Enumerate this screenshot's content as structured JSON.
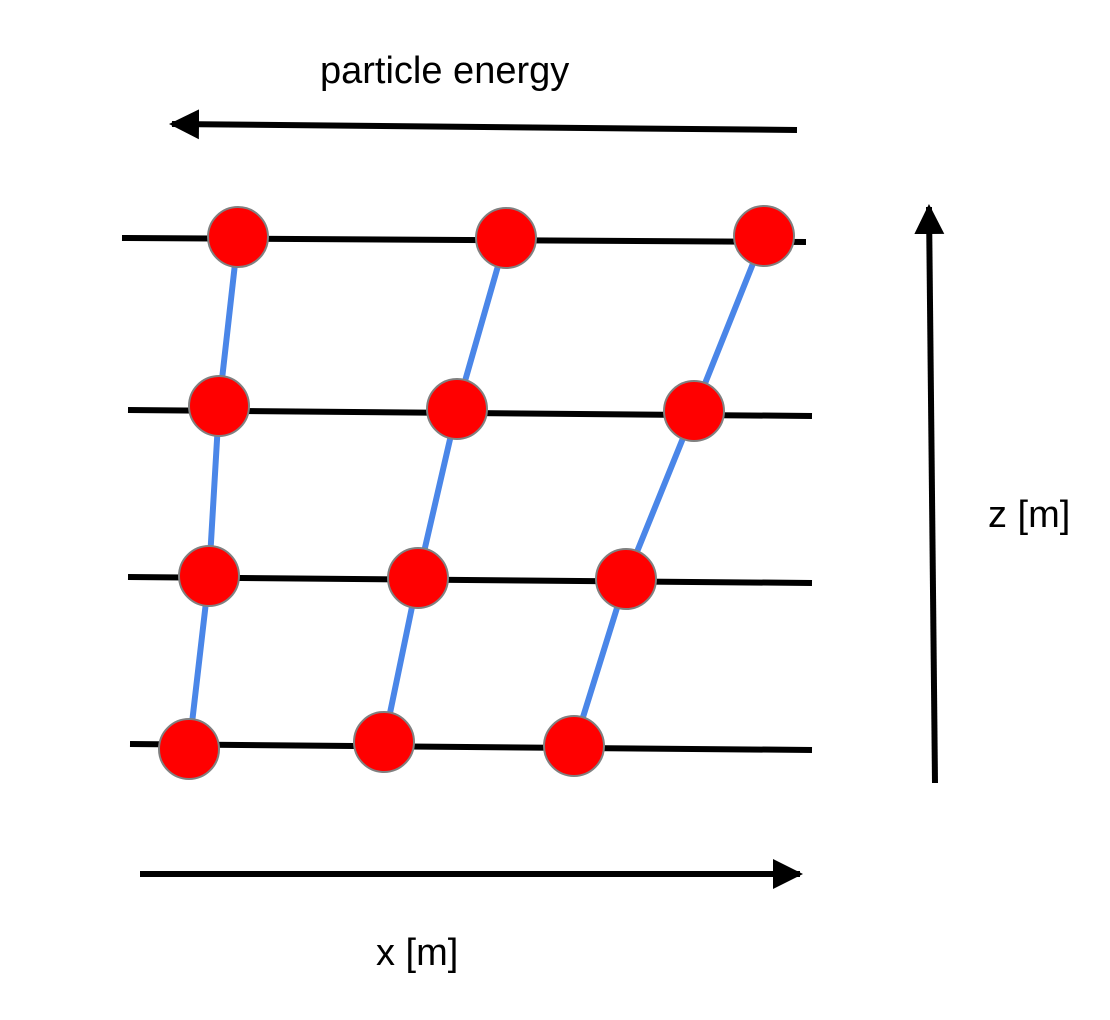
{
  "labels": {
    "energy": "particle energy",
    "z_axis": "z [m]",
    "x_axis": "x [m]"
  },
  "colors": {
    "node_fill": "#ff0000",
    "node_stroke": "#808080",
    "column_link": "#4a86e8",
    "row_line": "#000000",
    "arrow": "#000000"
  }
}
